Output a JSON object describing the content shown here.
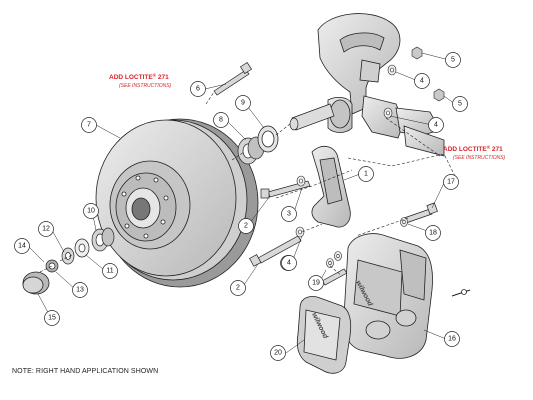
{
  "loctite": {
    "top": {
      "main": "ADD LOCTITE",
      "reg": "®",
      "num": " 271",
      "sub": "(SEE INSTRUCTIONS)"
    },
    "right": {
      "main": "ADD LOCTITE",
      "reg": "®",
      "num": " 271",
      "sub": "(SEE INSTRUCTIONS)"
    }
  },
  "callouts": [
    "1",
    "2",
    "2",
    "3",
    "4",
    "4",
    "4",
    "4",
    "5",
    "5",
    "6",
    "7",
    "8",
    "9",
    "10",
    "11",
    "12",
    "13",
    "14",
    "15",
    "16",
    "17",
    "18",
    "19",
    "20"
  ],
  "brand": {
    "caliper": "wilwood",
    "pad": "wilwood"
  },
  "note": "NOTE: RIGHT HAND APPLICATION SHOWN",
  "colors": {
    "line": "#222222",
    "part_fill": "#d9d9d9",
    "part_dark": "#a8a8a8",
    "accent_red": "#d8232a"
  }
}
